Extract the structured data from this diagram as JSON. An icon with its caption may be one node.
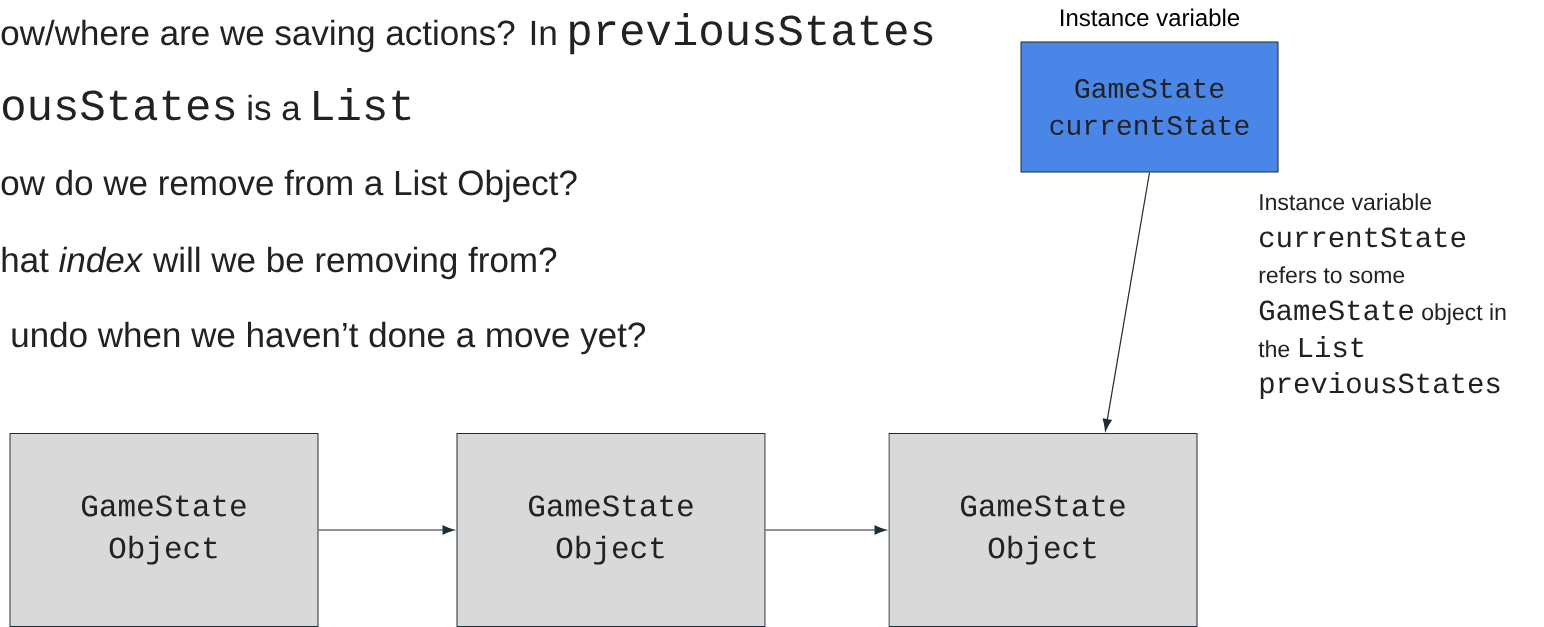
{
  "diagram": {
    "nodes": [
      {
        "text": [
          "Instance variable",
          "GameState currentState"
        ]
      },
      {
        "text": [
          "GameState Object"
        ]
      },
      {
        "text": [
          "GameState Object"
        ]
      },
      {
        "text": [
          "GameState Object"
        ]
      }
    ],
    "edges": [
      {
        "from": 1,
        "to": 2,
        "arrow": "to"
      },
      {
        "from": 2,
        "to": 3,
        "arrow": "to"
      },
      {
        "from": 0,
        "to": 3,
        "arrow": "to"
      }
    ],
    "labels": [
      "ow/where are we saving actions? In",
      "previousStates",
      "ousStates",
      "is a",
      "List",
      "ow do we remove from a List Object?",
      "hat *index* will we be removing from?",
      "undo when we haven’t done a move yet?",
      "Instance variable",
      "currentState",
      "refers to some",
      "GameState",
      "object in",
      "the",
      "List",
      "previousStates"
    ]
  }
}
